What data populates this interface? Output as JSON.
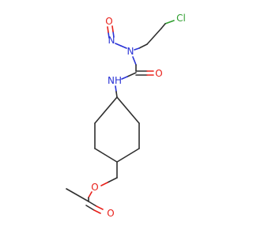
{
  "molecule": {
    "atoms": {
      "cl": "Cl",
      "n_nitroso": "N",
      "o_nitroso": "O",
      "n_urea": "N",
      "o_carbonyl": "O",
      "nh": "NH",
      "o_ester": "O",
      "o_acetyl": "O"
    },
    "colors": {
      "bond": "#2f2f2f",
      "oxygen": "#e8201a",
      "nitrogen": "#2a33d6",
      "chlorine": "#2e9e2e"
    }
  }
}
